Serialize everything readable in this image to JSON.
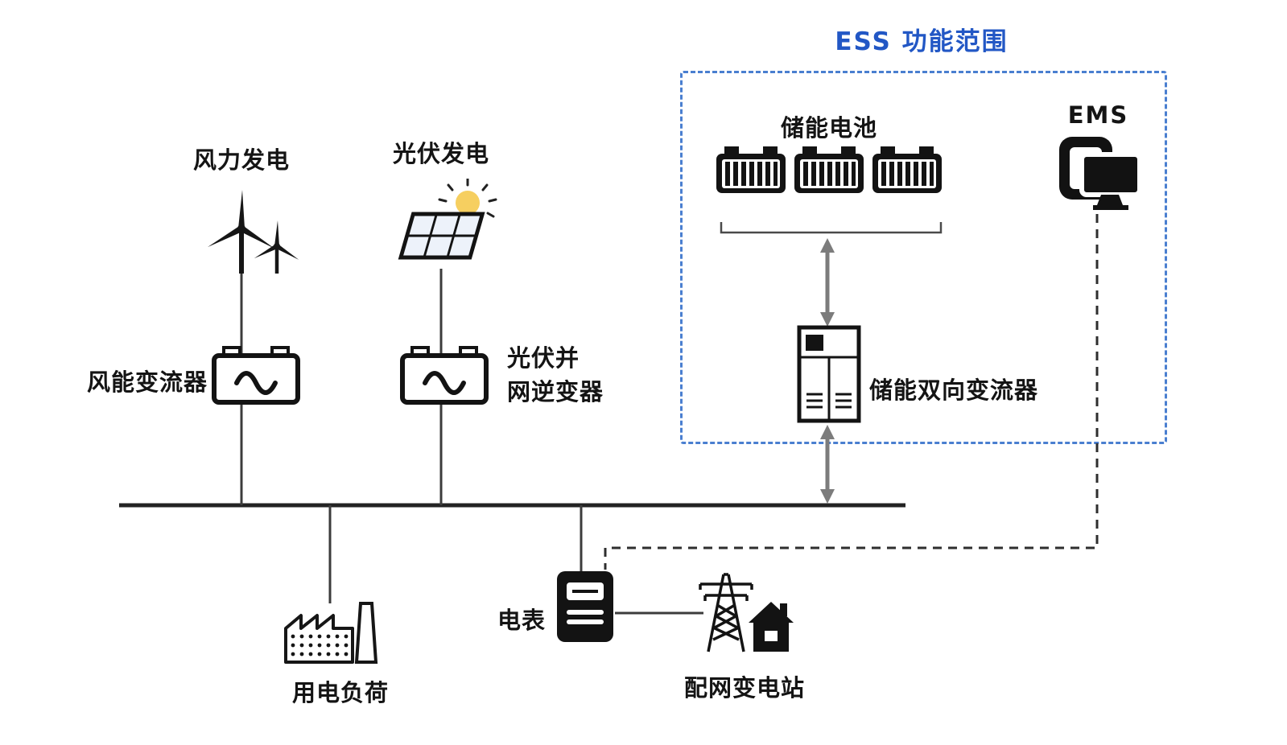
{
  "title": "ESS 功能范围",
  "labels": {
    "wind_gen": "风力发电",
    "pv_gen": "光伏发电",
    "wind_converter": "风能变流器",
    "pv_inverter_line1": "光伏并",
    "pv_inverter_line2": "网逆变器",
    "storage_battery": "储能电池",
    "ems": "EMS",
    "bidirectional_converter": "储能双向变流器",
    "load": "用电负荷",
    "meter": "电表",
    "substation": "配网变电站"
  },
  "icons": {
    "wind_turbine": "wind-turbine-icon",
    "solar_panel": "solar-panel-icon",
    "wind_converter": "ac-converter-icon",
    "pv_inverter": "ac-converter-icon",
    "battery_modules": "battery-module-icon x3",
    "ems_computer": "computer-monitor-icon",
    "bidirectional_converter": "converter-cabinet-icon",
    "load_factory": "factory-icon",
    "meter": "energy-meter-icon",
    "substation": "transmission-tower-house-icon"
  },
  "colors": {
    "accent_blue": "#2257c5",
    "dashed_border_blue": "#4a7fd0",
    "icon_black": "#141414",
    "arrow_gray": "#7c7c7c",
    "line_black": "#3c3c3c",
    "sun_yellow": "#f6cf60"
  }
}
